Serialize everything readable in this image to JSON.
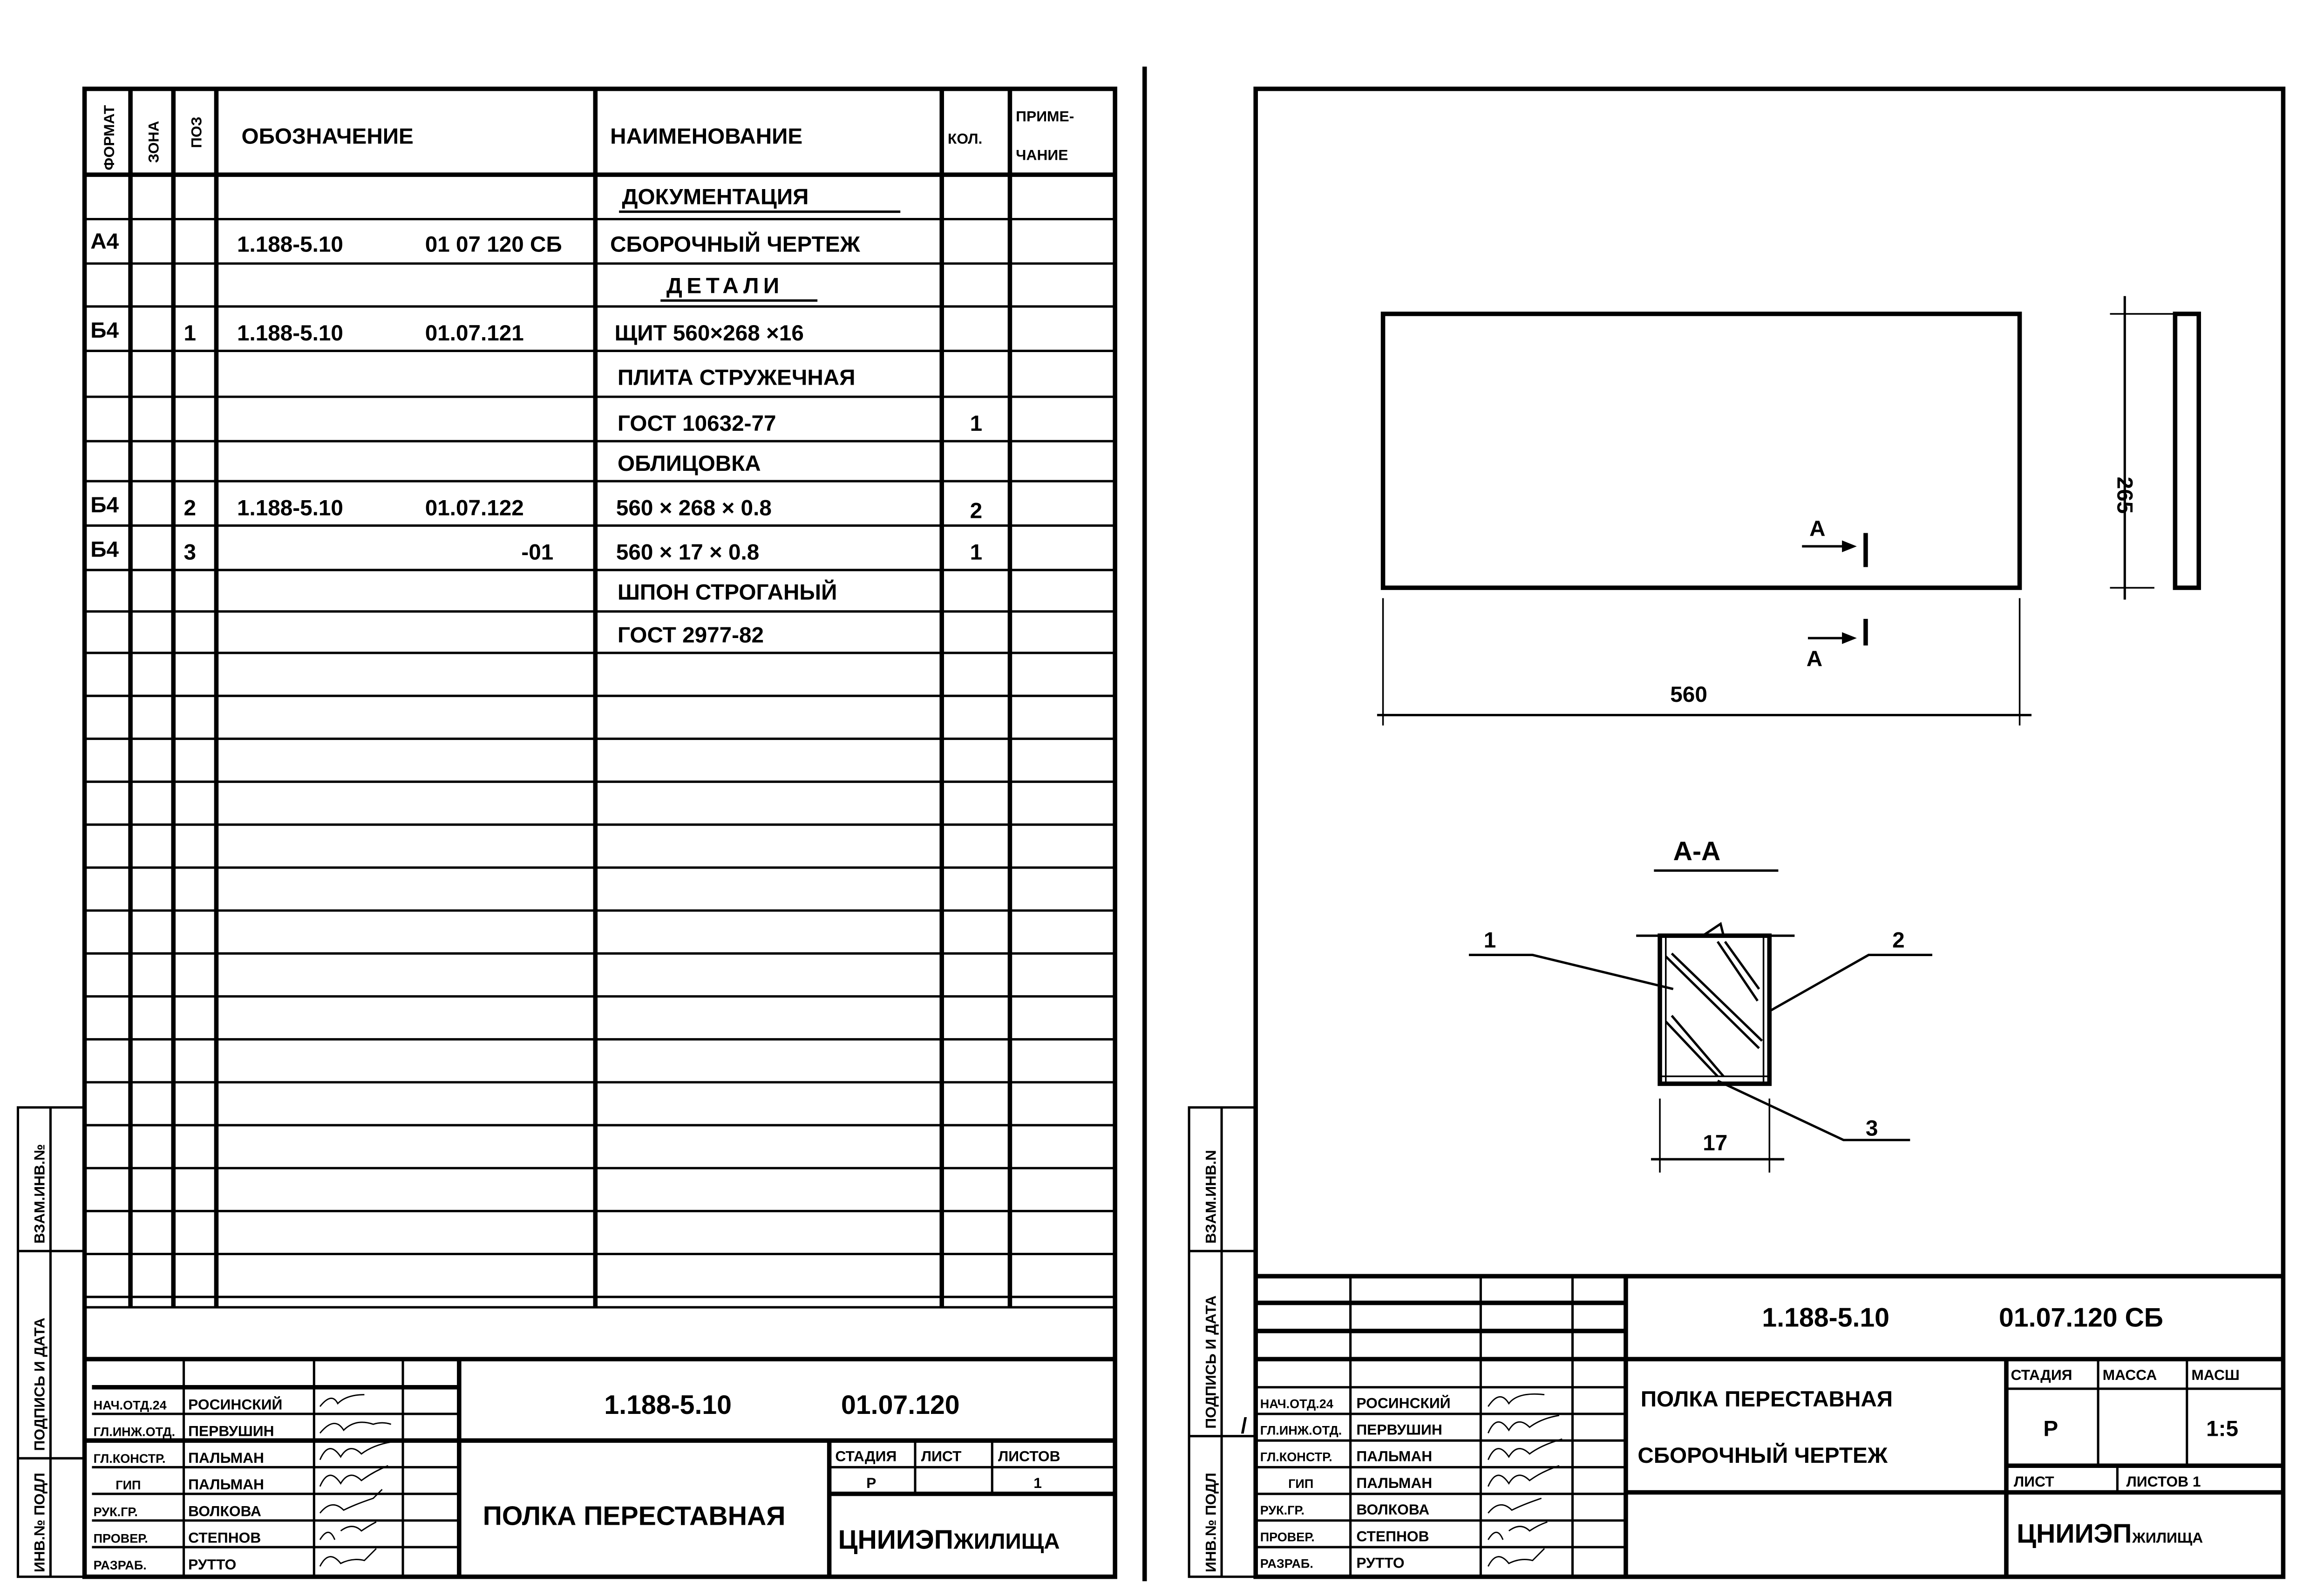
{
  "side_strip": {
    "inv_original": "Инв.№ подл",
    "signature_date": "Подпись и дата",
    "replacement_inv": "Взам.инв.№"
  },
  "right_side_strip": {
    "inv_original": "Инв.№ подл",
    "signature_date": "Подпись и дата",
    "replacement_inv": "Взам.инв.N"
  },
  "spec": {
    "header": {
      "format": "Формат",
      "zone": "Зона",
      "pos": "Поз",
      "designation": "Обозначение",
      "name": "Наименование",
      "qty": "Кол.",
      "note_1": "Приме-",
      "note_2": "чание"
    },
    "rows": [
      {
        "format": "",
        "pos": "",
        "code": "",
        "suffix": "",
        "name": "Документация",
        "qty": ""
      },
      {
        "format": "А4",
        "pos": "",
        "code": "1.188-5.10",
        "suffix": "01 07 120 СБ",
        "name": "Сборочный чертеж",
        "qty": ""
      },
      {
        "format": "",
        "pos": "",
        "code": "",
        "suffix": "",
        "name": "Детали",
        "qty": ""
      },
      {
        "format": "Б4",
        "pos": "1",
        "code": "1.188-5.10",
        "suffix": "01.07.121",
        "name": "Щит 560×268 ×16",
        "qty": ""
      },
      {
        "format": "",
        "pos": "",
        "code": "",
        "suffix": "",
        "name": "Плита стружечная",
        "qty": ""
      },
      {
        "format": "",
        "pos": "",
        "code": "",
        "suffix": "",
        "name": "ГОСТ 10632-77",
        "qty": "1"
      },
      {
        "format": "",
        "pos": "",
        "code": "",
        "suffix": "",
        "name": "Облицовка",
        "qty": ""
      },
      {
        "format": "Б4",
        "pos": "2",
        "code": "1.188-5.10",
        "suffix": "01.07.122",
        "name": "560 × 268 × 0.8",
        "qty": "2"
      },
      {
        "format": "Б4",
        "pos": "3",
        "code": "",
        "suffix": "-01",
        "name": "560 × 17 × 0.8",
        "qty": "1"
      },
      {
        "format": "",
        "pos": "",
        "code": "",
        "suffix": "",
        "name": "Шпон строганый",
        "qty": ""
      },
      {
        "format": "",
        "pos": "",
        "code": "",
        "suffix": "",
        "name": "ГОСТ 2977-82",
        "qty": ""
      }
    ]
  },
  "staff": [
    {
      "role": "Нач.отд.24",
      "name": "Росинский"
    },
    {
      "role": "Гл.инж.отд.",
      "name": "Первушин"
    },
    {
      "role": "Гл.констр.",
      "name": "Пальман"
    },
    {
      "role": "ГИП",
      "name": "Пальман"
    },
    {
      "role": "Рук.гр.",
      "name": "Волкова"
    },
    {
      "role": "Провер.",
      "name": "Степнов"
    },
    {
      "role": "Разраб.",
      "name": "Рутто"
    }
  ],
  "left_title_block": {
    "code": "1.188-5.10",
    "number": "01.07.120",
    "title": "Полка переставная",
    "stage_label": "Стадия",
    "sheet_label": "Лист",
    "sheets_label": "Листов",
    "stage": "Р",
    "sheet": "",
    "sheets": "1",
    "org": "ЦНИИЭП",
    "org_suffix": "жилища"
  },
  "right_title_block": {
    "code": "1.188-5.10",
    "number": "01.07.120 СБ",
    "title_1": "Полка переставная",
    "title_2": "Сборочный чертеж",
    "stage_label": "Стадия",
    "mass_label": "Масса",
    "scale_label": "Масш",
    "stage": "Р",
    "mass": "",
    "scale": "1:5",
    "sheet_label": "Лист",
    "sheets_label": "Листов 1",
    "org": "ЦНИИЭП",
    "org_suffix": "жилища",
    "mark": "/"
  },
  "drawing": {
    "section_mark": "А",
    "width_dim": "560",
    "height_dim": "265",
    "section_title": "А-А",
    "callout_1": "1",
    "callout_2": "2",
    "callout_3": "3",
    "thickness_dim": "17"
  }
}
